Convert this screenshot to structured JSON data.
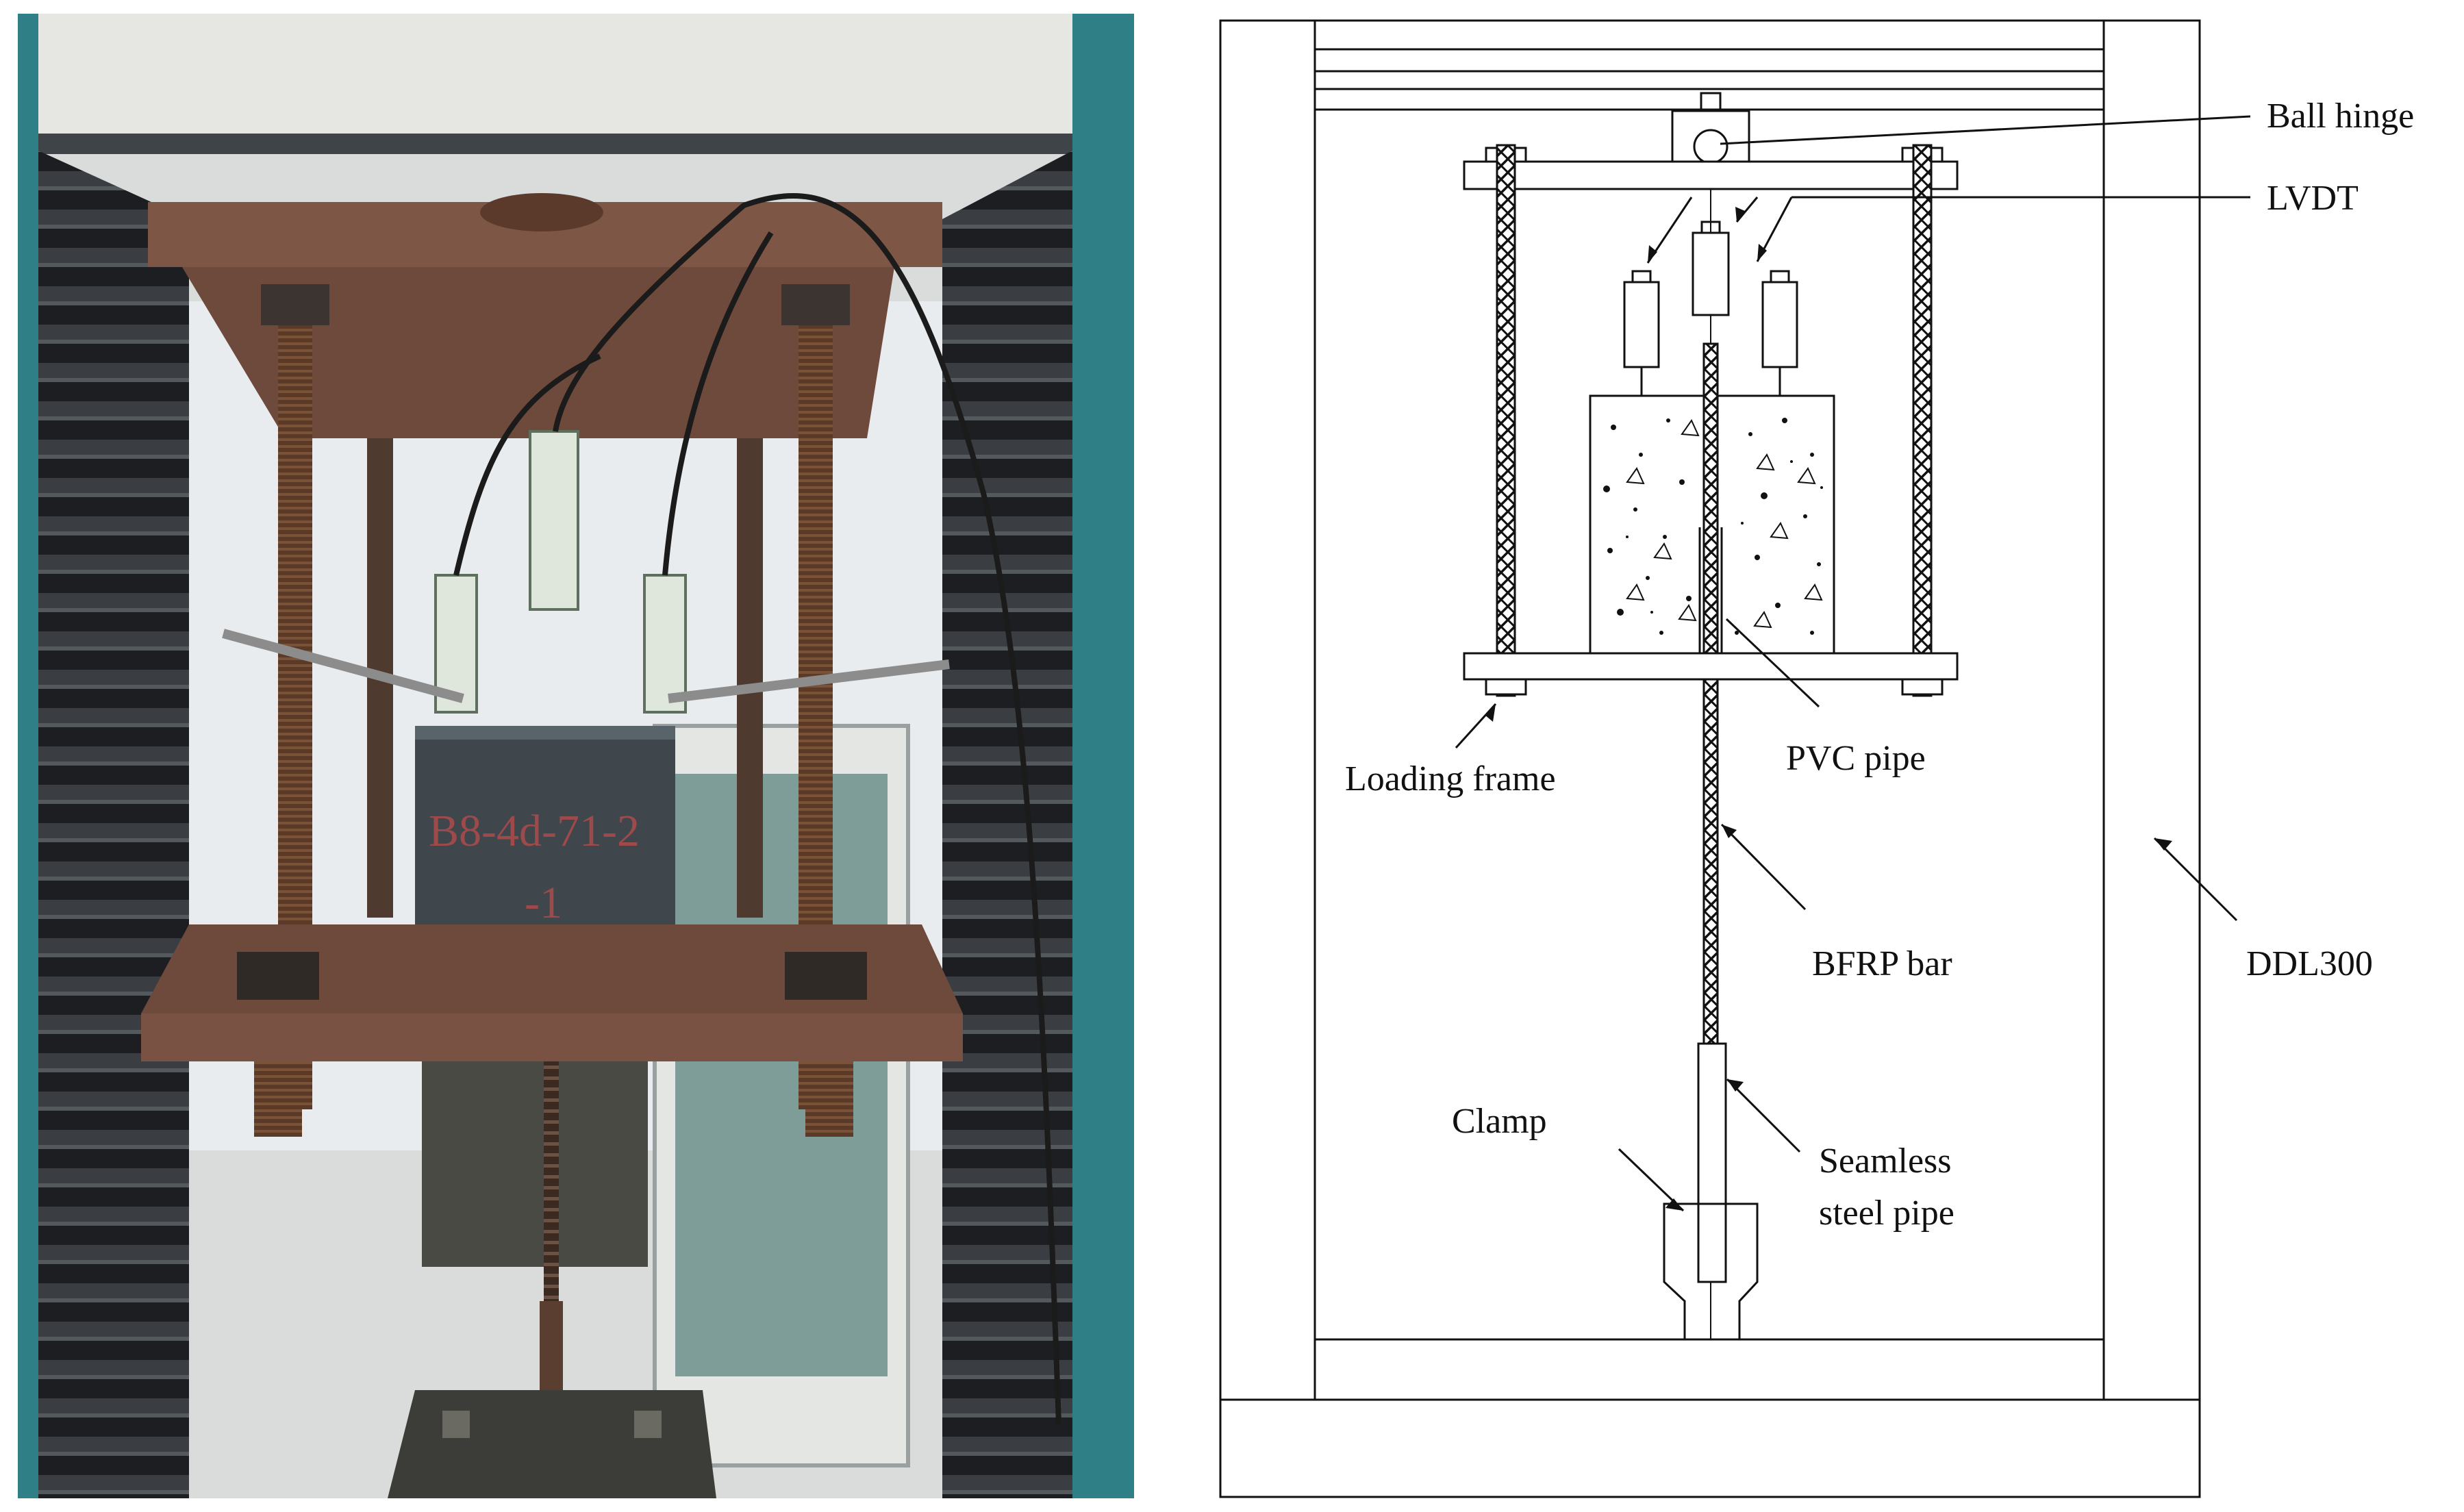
{
  "photo": {
    "specimen_marking_line1": "B8-4d-71-2",
    "specimen_marking_line2": "-1"
  },
  "diagram": {
    "labels": {
      "ball_hinge": "Ball hinge",
      "lvdt": "LVDT",
      "loading_frame": "Loading frame",
      "pvc_pipe": "PVC pipe",
      "bfrp_bar": "BFRP bar",
      "ddl300": "DDL300",
      "clamp": "Clamp",
      "seamless_line1": "Seamless",
      "seamless_line2": "steel pipe"
    }
  },
  "colors": {
    "rust_plate": "#6e4a3c",
    "rust_rod": "#5a3a28",
    "concrete_block": "#3f474c",
    "teal_frame": "#2f7f87",
    "louver_dark": "#26292c",
    "line": "#111111"
  }
}
